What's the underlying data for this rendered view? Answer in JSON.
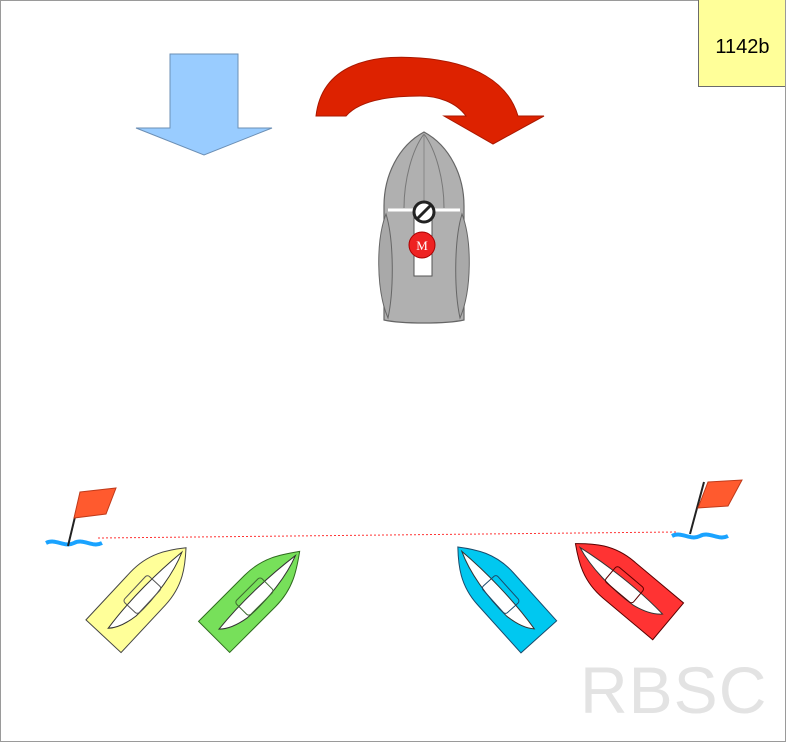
{
  "diagram": {
    "code": "1142b",
    "watermark": "RBSC",
    "committee_boat_flag_letter": "M",
    "colors": {
      "wind_arrow": "#99ccff",
      "turn_arrow": "#dd2200",
      "committee_boat": "#b0b0b0",
      "code_box": "#ffff99",
      "mark_flag": "#ff5a2e",
      "water": "#1aa3ff",
      "start_line": "#ff3333"
    },
    "boats": [
      {
        "id": "yellow",
        "color": "#ffff99"
      },
      {
        "id": "green",
        "color": "#77e05a"
      },
      {
        "id": "cyan",
        "color": "#00c8f0"
      },
      {
        "id": "red",
        "color": "#ff3333"
      }
    ],
    "icons": [
      "wind-arrow-icon",
      "turn-arrow-icon",
      "prohibition-icon",
      "flag-icon"
    ]
  }
}
